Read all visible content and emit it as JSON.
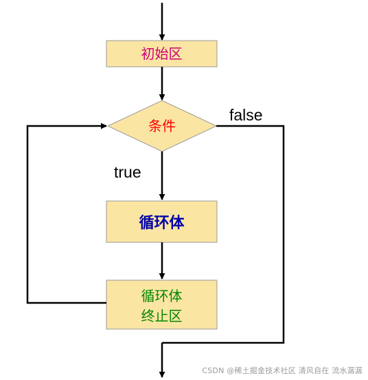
{
  "nodes": {
    "init": {
      "label": "初始区",
      "color": "#cc0077"
    },
    "condition": {
      "label": "条件",
      "color": "#ff0000"
    },
    "body": {
      "label": "循环体",
      "color": "#0000aa"
    },
    "update": {
      "line1": "循环体",
      "line2": "终止区",
      "color": "#008800"
    }
  },
  "edges": {
    "true_label": "true",
    "false_label": "false"
  },
  "colors": {
    "box_fill": "#fbe5a3",
    "box_border": "#999999",
    "line": "#000000"
  },
  "watermark": "CSDN @稀土掘金技术社区 清风自在 流水潺潺"
}
